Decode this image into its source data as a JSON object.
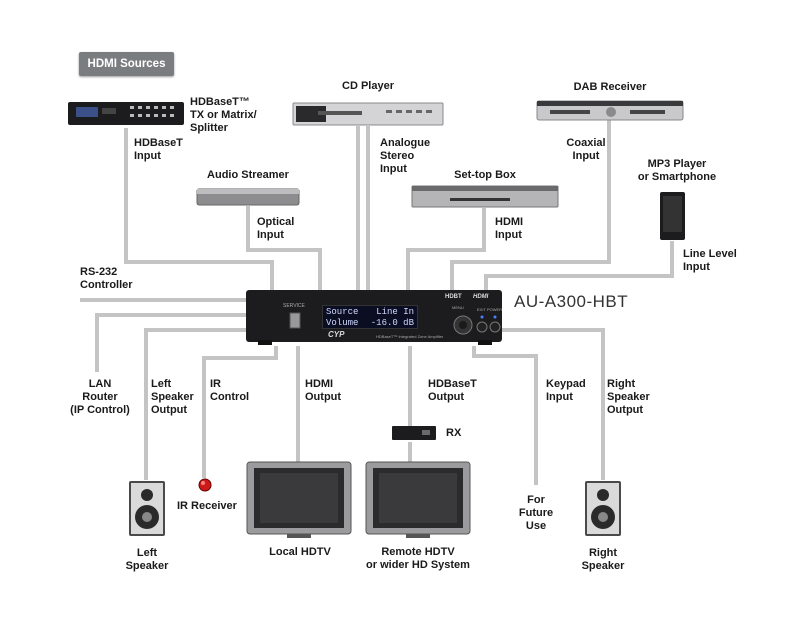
{
  "hdmi_sources": "HDMI Sources",
  "main_unit": {
    "model": "AU-A300-HBT",
    "lcd_line1_left": "Source",
    "lcd_line1_right": "Line In",
    "lcd_line2_left": "Volume",
    "lcd_line2_right": "-16.0 dB",
    "service_label": "SERVICE",
    "brand": "CYP",
    "caption": "HDBaseT™ Integrated Zone Amplifier",
    "hdbt_logo": "HDBT",
    "hdmi_logo": "HDMI",
    "menu_label": "MENU",
    "exit_label": "EXIT",
    "power_label": "POWER"
  },
  "devices": {
    "hdbaset_tx": "HDBaseT™\nTX or Matrix/\nSplitter",
    "cd_player": "CD Player",
    "dab_receiver": "DAB Receiver",
    "audio_streamer": "Audio Streamer",
    "settop_box": "Set-top Box",
    "mp3_player": "MP3 Player\nor Smartphone",
    "rs232": "RS-232\nController",
    "rx": "RX",
    "ir_receiver": "IR Receiver",
    "left_speaker": "Left\nSpeaker",
    "local_hdtv": "Local HDTV",
    "remote_hdtv": "Remote HDTV\nor wider HD System",
    "right_speaker": "Right\nSpeaker",
    "future_use": "For\nFuture\nUse"
  },
  "connections": {
    "hdbaset_input": "HDBaseT\nInput",
    "analogue_stereo_input": "Analogue\nStereo\nInput",
    "coaxial_input": "Coaxial\nInput",
    "optical_input": "Optical\nInput",
    "hdmi_input": "HDMI\nInput",
    "line_level_input": "Line Level\nInput",
    "lan_router": "LAN\nRouter\n(IP Control)",
    "left_speaker_output": "Left\nSpeaker\nOutput",
    "ir_control": "IR\nControl",
    "hdmi_output": "HDMI\nOutput",
    "hdbaset_output": "HDBaseT\nOutput",
    "keypad_input": "Keypad\nInput",
    "right_speaker_output": "Right\nSpeaker\nOutput"
  },
  "colors": {
    "cable": "#c4c4c4",
    "device_dark": "#1c1c1e",
    "source_box": "#7a7d80",
    "ir_led": "#cc1a1a"
  }
}
